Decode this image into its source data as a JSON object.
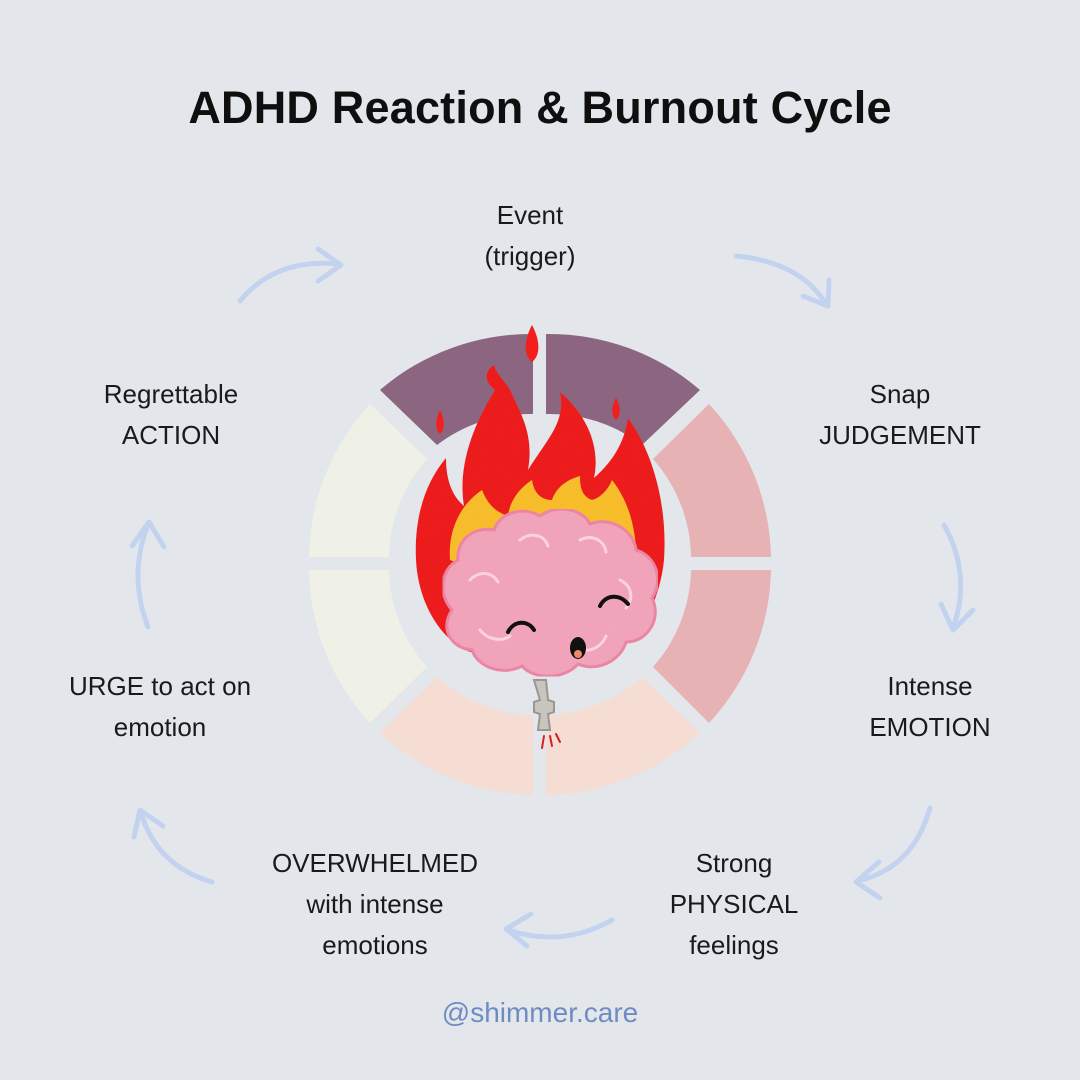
{
  "title": "ADHD Reaction & Burnout Cycle",
  "stages": [
    {
      "line1": "Event",
      "line2": "(trigger)",
      "line3": ""
    },
    {
      "line1": "Snap",
      "line2": "JUDGEMENT",
      "line3": ""
    },
    {
      "line1": "Intense",
      "line2": "EMOTION",
      "line3": ""
    },
    {
      "line1": "Strong",
      "line2": "PHYSICAL",
      "line3": "feelings"
    },
    {
      "line1": "OVERWHELMED",
      "line2": "with intense",
      "line3": "emotions"
    },
    {
      "line1": "URGE to act on",
      "line2": "emotion",
      "line3": ""
    },
    {
      "line1": "Regrettable",
      "line2": "ACTION",
      "line3": ""
    }
  ],
  "handle": "@shimmer.care",
  "colors": {
    "background": "#e3e7ec",
    "arrow": "#c3d3ef",
    "ring_purple": "#8c6680",
    "ring_pink": "#e7b2b3",
    "ring_peach": "#f5ddd4",
    "ring_cream": "#eff1e6",
    "handle": "#6f8cc2"
  }
}
